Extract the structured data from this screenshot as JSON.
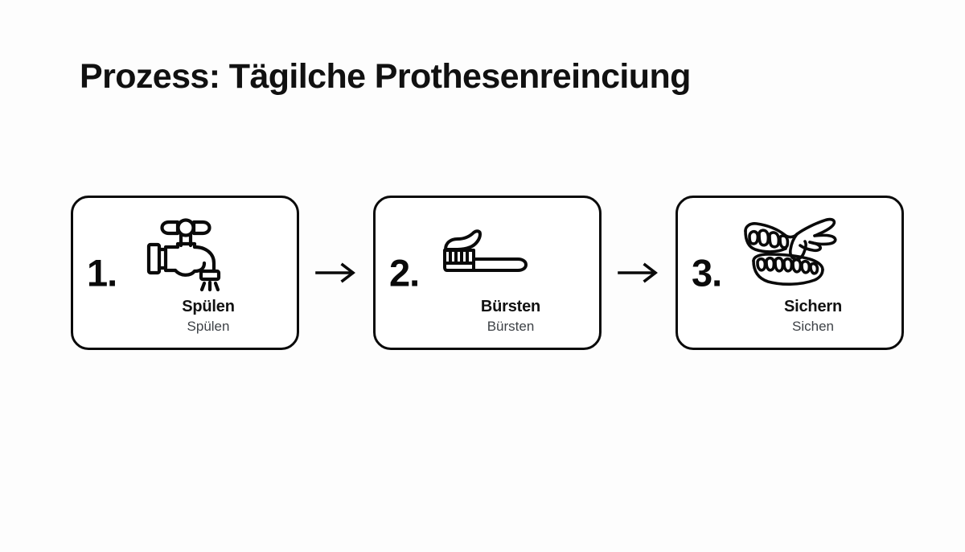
{
  "page": {
    "title": "Prozess: Tägilche Prothesenreinciung",
    "background_color": "#fdfdfd",
    "text_color": "#111111",
    "border_color": "#0a0a0a",
    "subtitle_color": "#3d4146"
  },
  "flow": {
    "arrow_1": "→",
    "arrow_2": "→",
    "steps": [
      {
        "number": "1.",
        "label": "Spülen",
        "sublabel": "Spülen",
        "icon": "faucet-icon"
      },
      {
        "number": "2.",
        "label": "Bürsten",
        "sublabel": "Bürsten",
        "icon": "toothbrush-icon"
      },
      {
        "number": "3.",
        "label": "Sichern",
        "sublabel": "Sichen",
        "icon": "dentures-hand-icon"
      }
    ]
  }
}
